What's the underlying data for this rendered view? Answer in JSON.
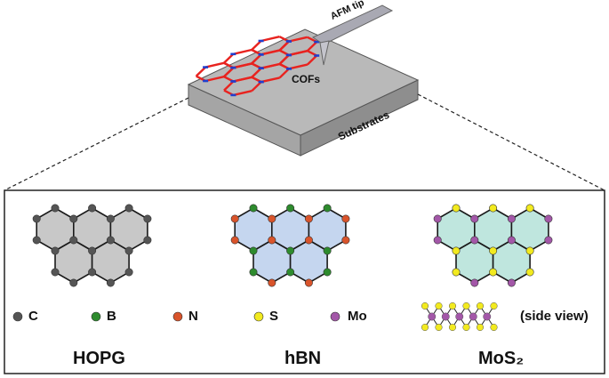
{
  "scene": {
    "tip_label": "AFM tip",
    "cofs_label": "COFs",
    "substrate_label": "Substrates"
  },
  "panels": [
    {
      "title": "HOPG",
      "fill": "#c8c8c8",
      "atoms": [
        "#555555"
      ]
    },
    {
      "title": "hBN",
      "fill": "#c5d6ef",
      "atoms": [
        "#2e8b2e",
        "#d9542b"
      ]
    },
    {
      "title": "MoS₂",
      "fill": "#bfe6de",
      "atoms": [
        "#f2ea1f",
        "#a357a8"
      ]
    }
  ],
  "legend": [
    {
      "symbol": "C",
      "color": "#555555"
    },
    {
      "symbol": "B",
      "color": "#2e8b2e"
    },
    {
      "symbol": "N",
      "color": "#d9542b"
    },
    {
      "symbol": "S",
      "color": "#f2ea1f"
    },
    {
      "symbol": "Mo",
      "color": "#a357a8"
    }
  ],
  "side_view_label": "(side view)",
  "colors": {
    "cof_bond": "#e8231f",
    "cof_node": "#1f3fcf",
    "substrate_top": "#b9b9b9",
    "substrate_front": "#8e8e8e",
    "substrate_side": "#a5a5a5",
    "tip": "#a9a9b3"
  }
}
